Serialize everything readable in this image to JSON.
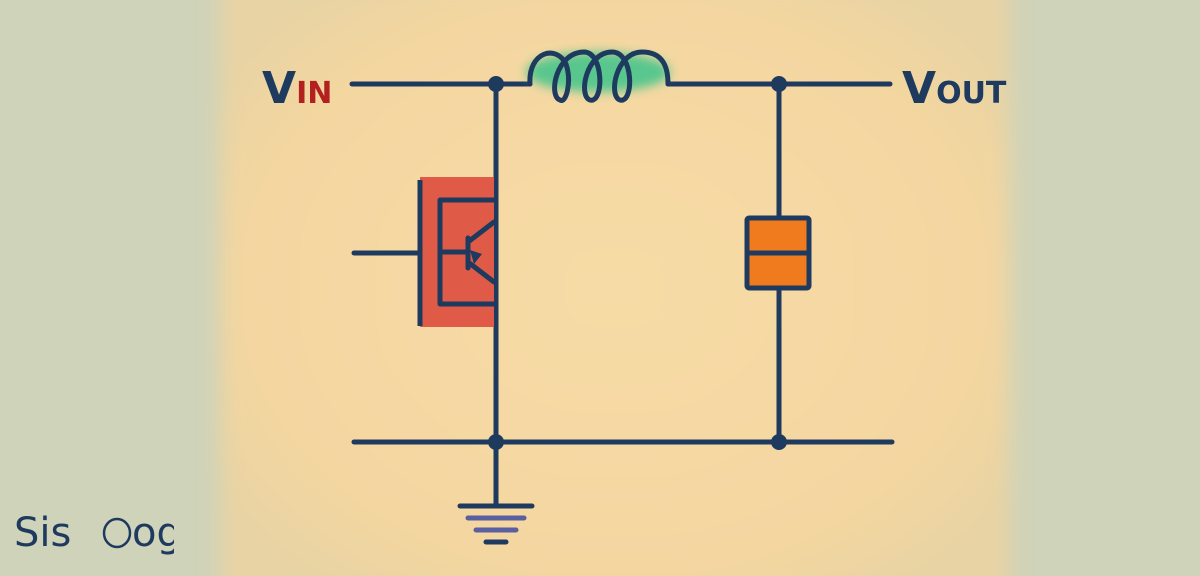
{
  "labels": {
    "vin_main": "V",
    "vin_sub": "IN",
    "vout_main": "V",
    "vout_sub": "OUT"
  },
  "logo": {
    "text_left": "Sis",
    "text_right": "og",
    "name": "sisoog-logo"
  },
  "colors": {
    "background_outer": "#cfd3b9",
    "background_inner": "#f6d9a4",
    "wire": "#1f3a5f",
    "switch_fill": "#e05a48",
    "inductor_glow": "#3cc48a",
    "capacitor_fill": "#f07a1e",
    "vin_sub_color": "#b32020",
    "logo_color": "#1f3a5f"
  }
}
